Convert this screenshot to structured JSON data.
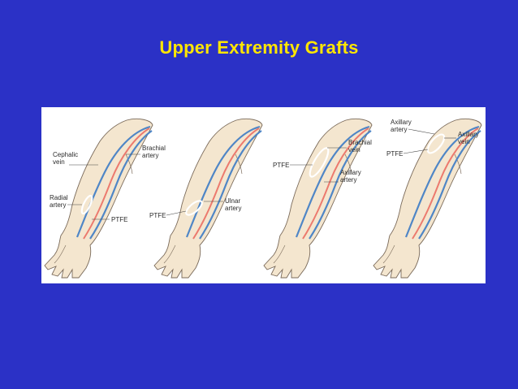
{
  "slide": {
    "title": "Upper Extremity Grafts"
  },
  "figure": {
    "panels": [
      {
        "labels": {
          "cephalic_vein_1": "Cephalic",
          "cephalic_vein_2": "vein",
          "brachial_artery_1": "Brachial",
          "brachial_artery_2": "artery",
          "radial_artery_1": "Radial",
          "radial_artery_2": "artery",
          "graft": "PTFE"
        }
      },
      {
        "labels": {
          "graft": "PTFE",
          "ulnar_artery_1": "Ulnar",
          "ulnar_artery_2": "artery"
        }
      },
      {
        "labels": {
          "graft": "PTFE",
          "brachial_vein_1": "Brachial",
          "brachial_vein_2": "vein",
          "axillary_artery_1": "Axillary",
          "axillary_artery_2": "artery"
        }
      },
      {
        "labels": {
          "axillary_artery_1": "Axillary",
          "axillary_artery_2": "artery",
          "axillary_vein_1": "Axillary",
          "axillary_vein_2": "vein",
          "graft": "PTFE"
        }
      }
    ],
    "colors": {
      "background": "#2b31c6",
      "title": "#ffe600",
      "skin": "#f4e6cf",
      "vein": "#4f86c6",
      "artery": "#ec7a6e",
      "graft": "#ffffff"
    }
  }
}
